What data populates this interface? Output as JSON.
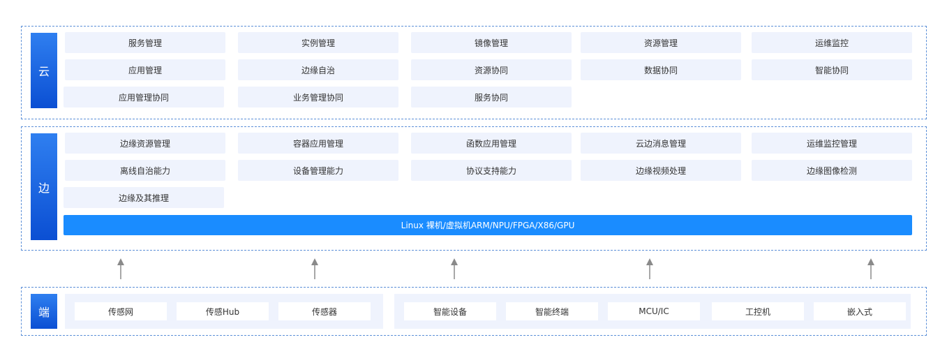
{
  "cloud": {
    "label": "云",
    "cells": [
      "服务管理",
      "实例管理",
      "镜像管理",
      "资源管理",
      "运维监控",
      "应用管理",
      "边缘自治",
      "资源协同",
      "数据协同",
      "智能协同",
      "应用管理协同",
      "业务管理协同",
      "服务协同"
    ]
  },
  "edge": {
    "label": "边",
    "cells": [
      "边缘资源管理",
      "容器应用管理",
      "函数应用管理",
      "云边消息管理",
      "运维监控管理",
      "离线自治能力",
      "设备管理能力",
      "协议支持能力",
      "边缘视频处理",
      "边缘图像检测",
      "边缘及其推理"
    ],
    "platform": "Linux 裸机/虚拟机ARM/NPU/FPGA/X86/GPU"
  },
  "device": {
    "label": "端",
    "group1": [
      "传感网",
      "传感Hub",
      "传感器"
    ],
    "group2": [
      "智能设备",
      "智能终端",
      "MCU/IC",
      "工控机",
      "嵌入式"
    ]
  }
}
